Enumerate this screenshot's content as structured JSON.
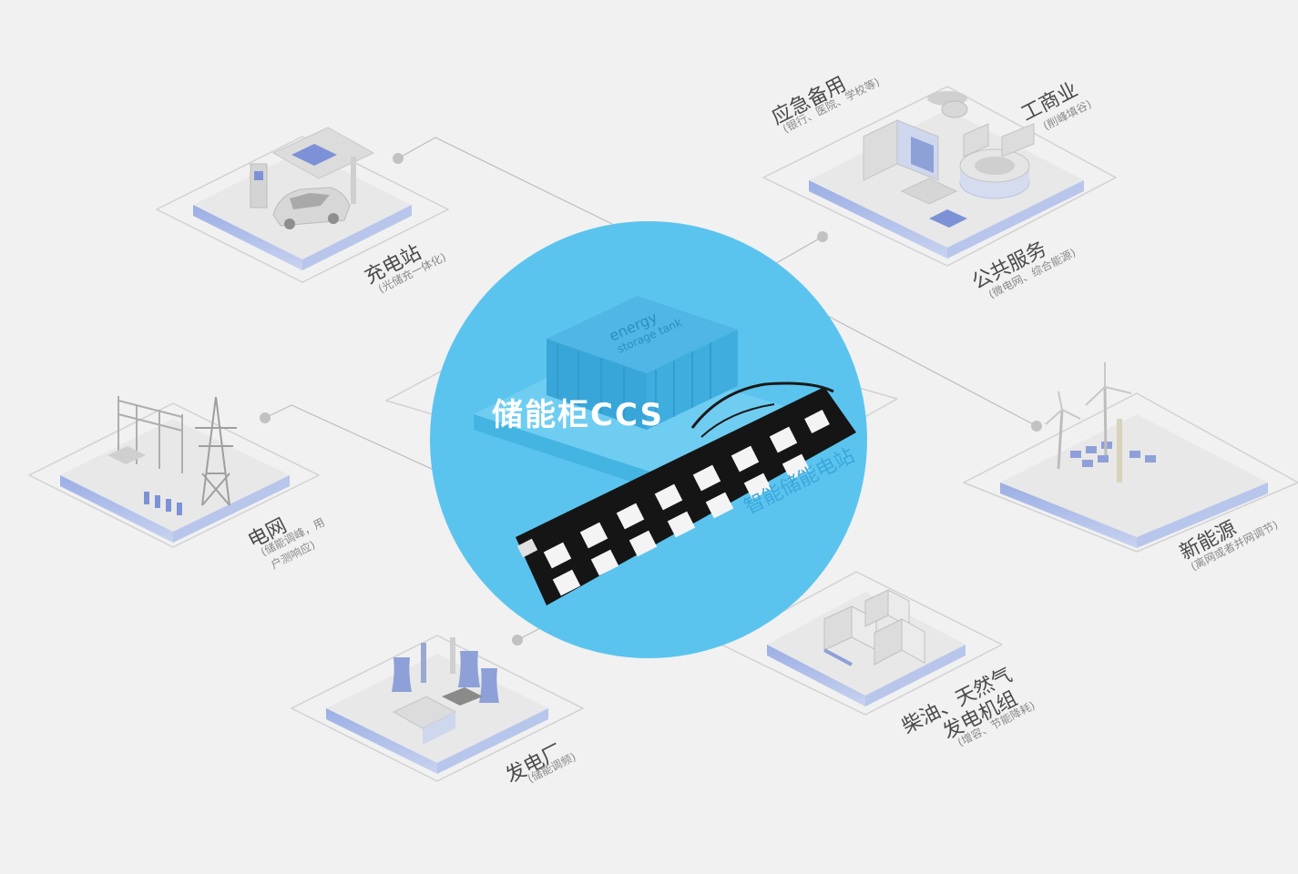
{
  "center": {
    "title": "储能柜CCS",
    "station_label": "智能储能电站",
    "container_text_1": "energy",
    "container_text_2": "storage tank"
  },
  "nodes": {
    "charging": {
      "title": "充电站",
      "subtitle": "(光储充一体化)"
    },
    "emergency": {
      "title": "应急备用",
      "subtitle": "(银行、医院、学校等)"
    },
    "industrial": {
      "title": "工商业",
      "subtitle": "(削峰填谷)"
    },
    "public": {
      "title": "公共服务",
      "subtitle": "(微电网、综合能源)"
    },
    "grid": {
      "title": "电网",
      "subtitle_1": "(储能调峰，用",
      "subtitle_2": "户测响应)"
    },
    "renewable": {
      "title": "新能源",
      "subtitle": "(离网或者并网调节)"
    },
    "powerplant": {
      "title": "发电厂",
      "subtitle": "(储能调频)"
    },
    "generator": {
      "title_1": "柴油、天然气",
      "title_2": "发电机组",
      "subtitle": "(增容、节能降耗)"
    }
  },
  "colors": {
    "background": "#f1f1f1",
    "circle": "#5bc4ee",
    "platform_top": "#e6e6e6",
    "platform_side": "#8ea3dc",
    "connector": "#b5b5b5"
  }
}
